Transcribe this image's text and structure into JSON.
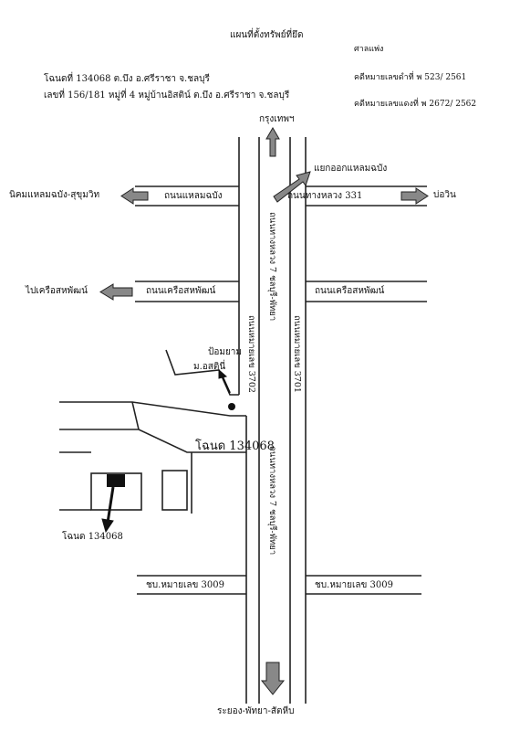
{
  "header": {
    "title": "แผนที่ตั้งทรัพย์ที่ยึด",
    "court": "ศาลแพ่ง",
    "case_black": "คดีหมายเลขดำที่ พ 523/ 2561",
    "case_red": "คดีหมายเลขแดงที่ พ 2672/ 2562",
    "deed_line": "โฉนดที่ 134068 ต.บึง อ.ศรีราชา  จ.ชลบุรี",
    "address_line": "เลขที่ 156/181 หมู่ที่ 4 หมู่บ้านอิสติน์ ต.บึง อ.ศรีราชา จ.ชลบุรี"
  },
  "directions": {
    "north": "กรุงเทพฯ",
    "south": "ระยอง-พัทยา-สัตหีบ",
    "nikom": "นิคมแหลมฉบัง-สุขุมวิท",
    "bowin": "บ่อวิน",
    "port_exit": "แยกออกแหลมฉบัง",
    "sattahip_port": "ไปเครือสหพัฒน์"
  },
  "roads": {
    "laem_chabang_rd": "ถนนแหลมฉบัง",
    "hwy_331": "ถนนทางหลวง 331",
    "saha_rd_left": "ถนนเครือสหพัฒน์",
    "saha_rd_right": "ถนนเครือสหพัฒน์",
    "hwy7_upper": "ถนนทางหลวง 7 ชลบุรี-พัทยา",
    "hwy7_lower": "ถนนทางหลวง 7 ชลบุรี-พัทยา",
    "rd_3702": "ถนนหมายเลข 3702",
    "rd_3701": "ถนนหมายเลข 3701",
    "km_left": "ชบ.หมายเลข 3009",
    "km_right": "ชบ.หมายเลข 3009"
  },
  "landmarks": {
    "guard_post": "ป้อมยาม",
    "village": "ม.อสตินี่",
    "deed_label_big": "โฉนด  134068",
    "deed_label_small": "โฉนด  134068"
  }
}
